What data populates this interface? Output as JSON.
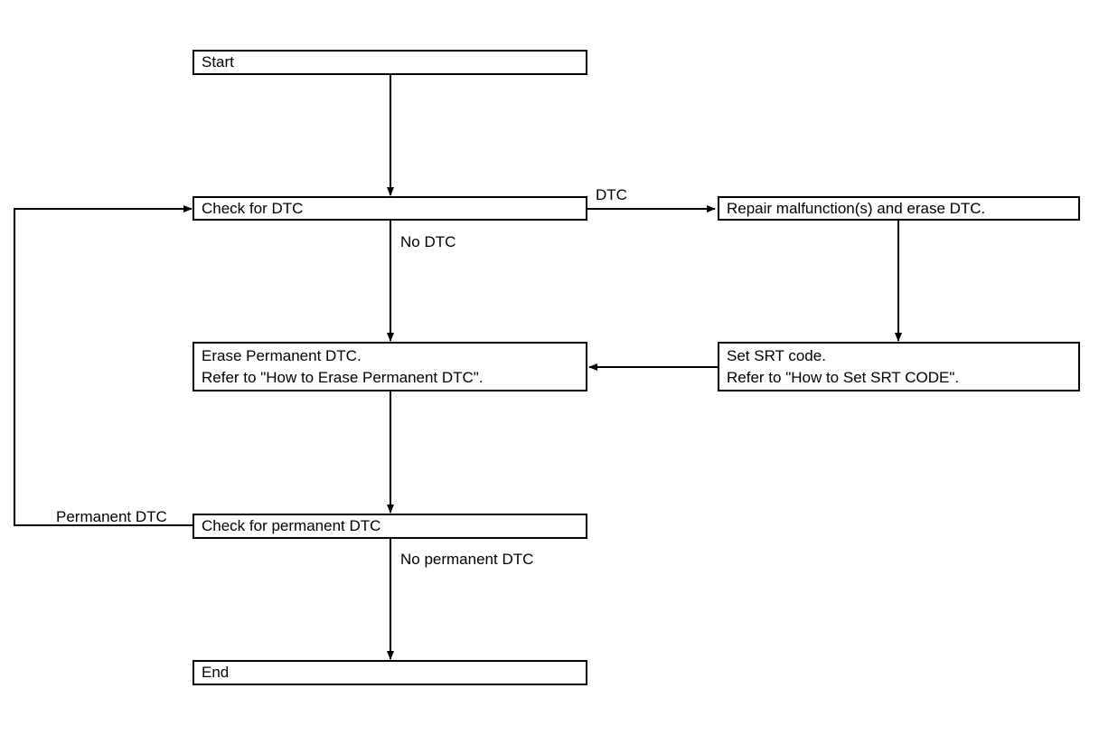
{
  "nodes": {
    "start": "Start",
    "check_dtc": "Check for DTC",
    "repair": "Repair malfunction(s) and erase DTC.",
    "erase_perm": {
      "line1": "Erase Permanent DTC.",
      "line2": "Refer to \"How to Erase Permanent DTC\"."
    },
    "set_srt": {
      "line1": "Set SRT code.",
      "line2": "Refer to \"How to Set SRT CODE\"."
    },
    "check_perm": "Check for permanent DTC",
    "end": "End"
  },
  "edges": {
    "dtc": "DTC",
    "no_dtc": "No DTC",
    "permanent_dtc": "Permanent DTC",
    "no_permanent_dtc": "No permanent DTC"
  },
  "colors": {
    "stroke": "#000000",
    "background": "#ffffff"
  }
}
